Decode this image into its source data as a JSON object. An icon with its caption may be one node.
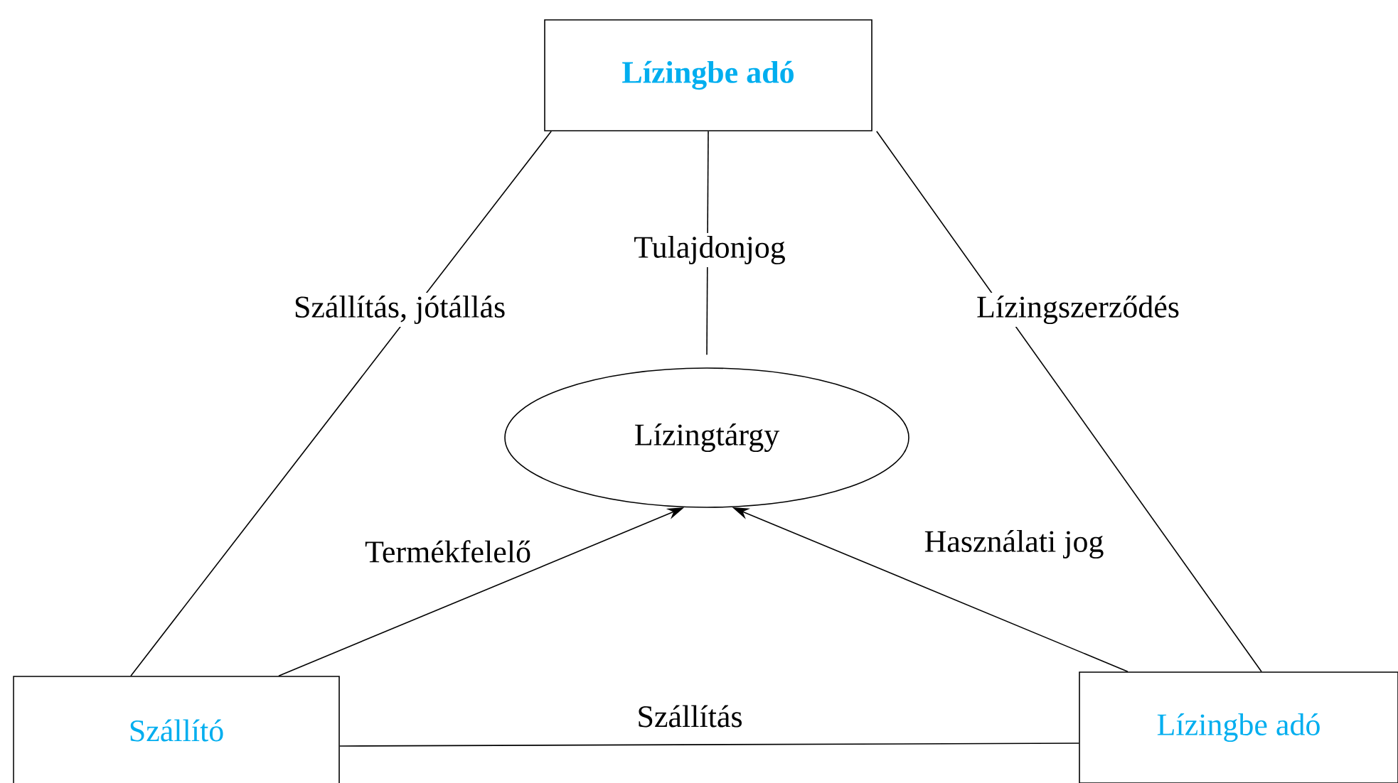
{
  "diagram": {
    "nodes": [
      {
        "text": [
          "Lízingbe adó"
        ]
      },
      {
        "text": [
          "Lízingtárgy"
        ]
      },
      {
        "text": [
          "Szállító"
        ]
      },
      {
        "text": [
          "Lízingbe adó"
        ]
      }
    ],
    "edges": [
      {
        "from": 0,
        "to": 2,
        "arrow": "none",
        "label": "Szállítás, jótállás"
      },
      {
        "from": 0,
        "to": 1,
        "arrow": "none",
        "label": "Tulajdonjog"
      },
      {
        "from": 0,
        "to": 3,
        "arrow": "none",
        "label": "Lízingszerződés"
      },
      {
        "from": 2,
        "to": 1,
        "arrow": "to",
        "label": "Termékfelelő"
      },
      {
        "from": 3,
        "to": 1,
        "arrow": "to",
        "label": "Használati jog"
      },
      {
        "from": 2,
        "to": 3,
        "arrow": "none",
        "label": "Szállítás"
      }
    ]
  }
}
